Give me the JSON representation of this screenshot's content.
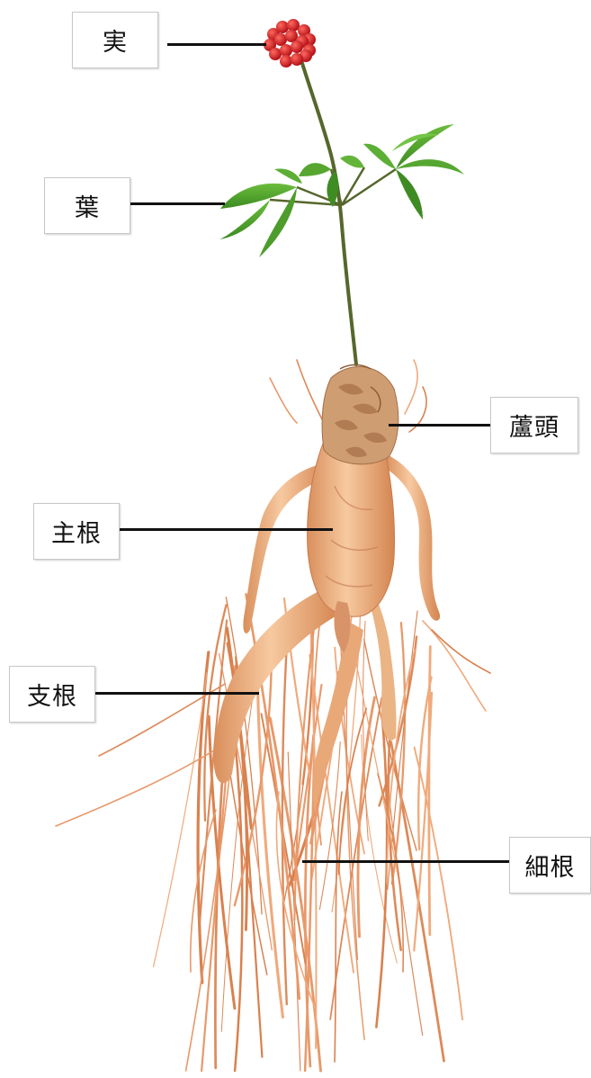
{
  "labels": {
    "berry": "実",
    "leaf": "葉",
    "rhizome_head": "蘆頭",
    "main_root": "主根",
    "branch_root": "支根",
    "fine_root": "細根"
  },
  "colors": {
    "berry": "#d8141e",
    "leaf": "#4c9a2a",
    "leaf_dark": "#2f6e1a",
    "stem": "#5a6b30",
    "root": "#f0b88a",
    "root_shadow": "#d88a58",
    "fine_root": "#e09060",
    "rhizome": "#c8966a"
  }
}
